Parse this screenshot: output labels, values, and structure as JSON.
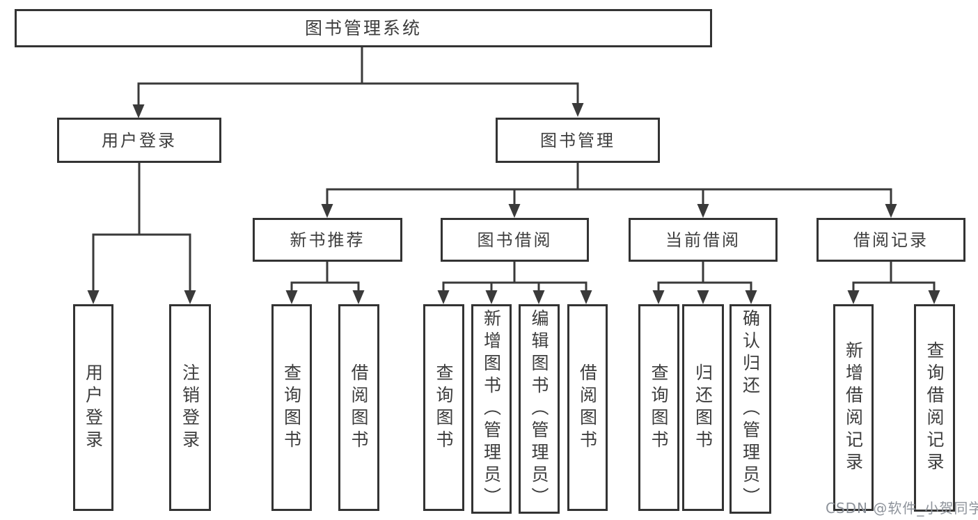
{
  "diagram": {
    "watermark": "CSDN @软件_小贺同学",
    "colors": {
      "background": "#ffffff",
      "box_border": "#333333",
      "connector": "#3a3a3a",
      "text": "#3d3d3d",
      "watermark_text": "#8e939b"
    },
    "tree": {
      "label": "图书管理系统",
      "children": [
        {
          "label": "用户登录",
          "children": [
            {
              "label": "用户登录"
            },
            {
              "label": "注销登录"
            }
          ]
        },
        {
          "label": "图书管理",
          "children": [
            {
              "label": "新书推荐",
              "children": [
                {
                  "label": "查询图书"
                },
                {
                  "label": "借阅图书"
                }
              ]
            },
            {
              "label": "图书借阅",
              "children": [
                {
                  "label": "查询图书"
                },
                {
                  "label": "新增图书（管理员）"
                },
                {
                  "label": "编辑图书（管理员）"
                },
                {
                  "label": "借阅图书"
                }
              ]
            },
            {
              "label": "当前借阅",
              "children": [
                {
                  "label": "查询图书"
                },
                {
                  "label": "归还图书"
                },
                {
                  "label": "确认归还（管理员）"
                }
              ]
            },
            {
              "label": "借阅记录",
              "children": [
                {
                  "label": "新增借阅记录"
                },
                {
                  "label": "查询借阅记录"
                }
              ]
            }
          ]
        }
      ]
    }
  }
}
